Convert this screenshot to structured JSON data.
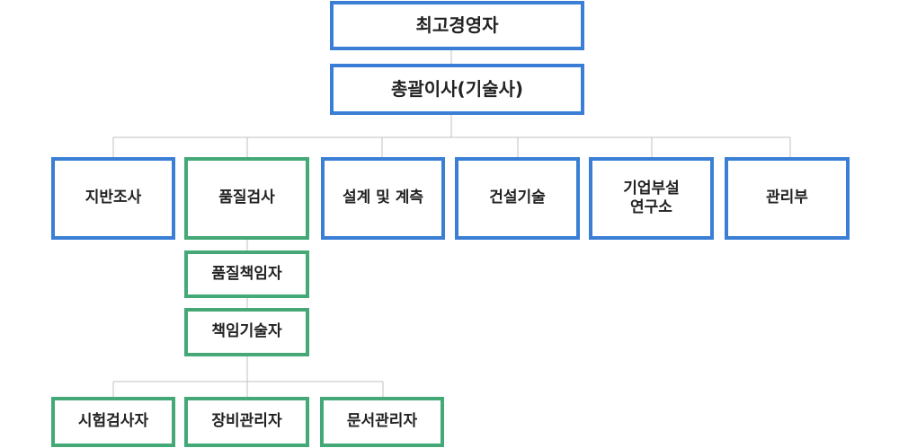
{
  "colors": {
    "blue_border": "#3a7fd5",
    "green_border": "#44a877",
    "connector": "#c0c0c0",
    "text": "#222222"
  },
  "org": {
    "ceo": "최고경영자",
    "director": "총괄이사(기술사)",
    "departments": {
      "ground_survey": "지반조사",
      "quality_inspection": "품질검사",
      "design_measure": "설계 및 계측",
      "construction_tech": "건설기술",
      "research_line1": "기업부설",
      "research_line2": "연구소",
      "management": "관리부"
    },
    "quality_chain": {
      "quality_manager": "품질책임자",
      "responsible_engineer": "책임기술자"
    },
    "staff": {
      "test_inspector": "시험검사자",
      "equipment_manager": "장비관리자",
      "document_manager": "문서관리자"
    }
  }
}
